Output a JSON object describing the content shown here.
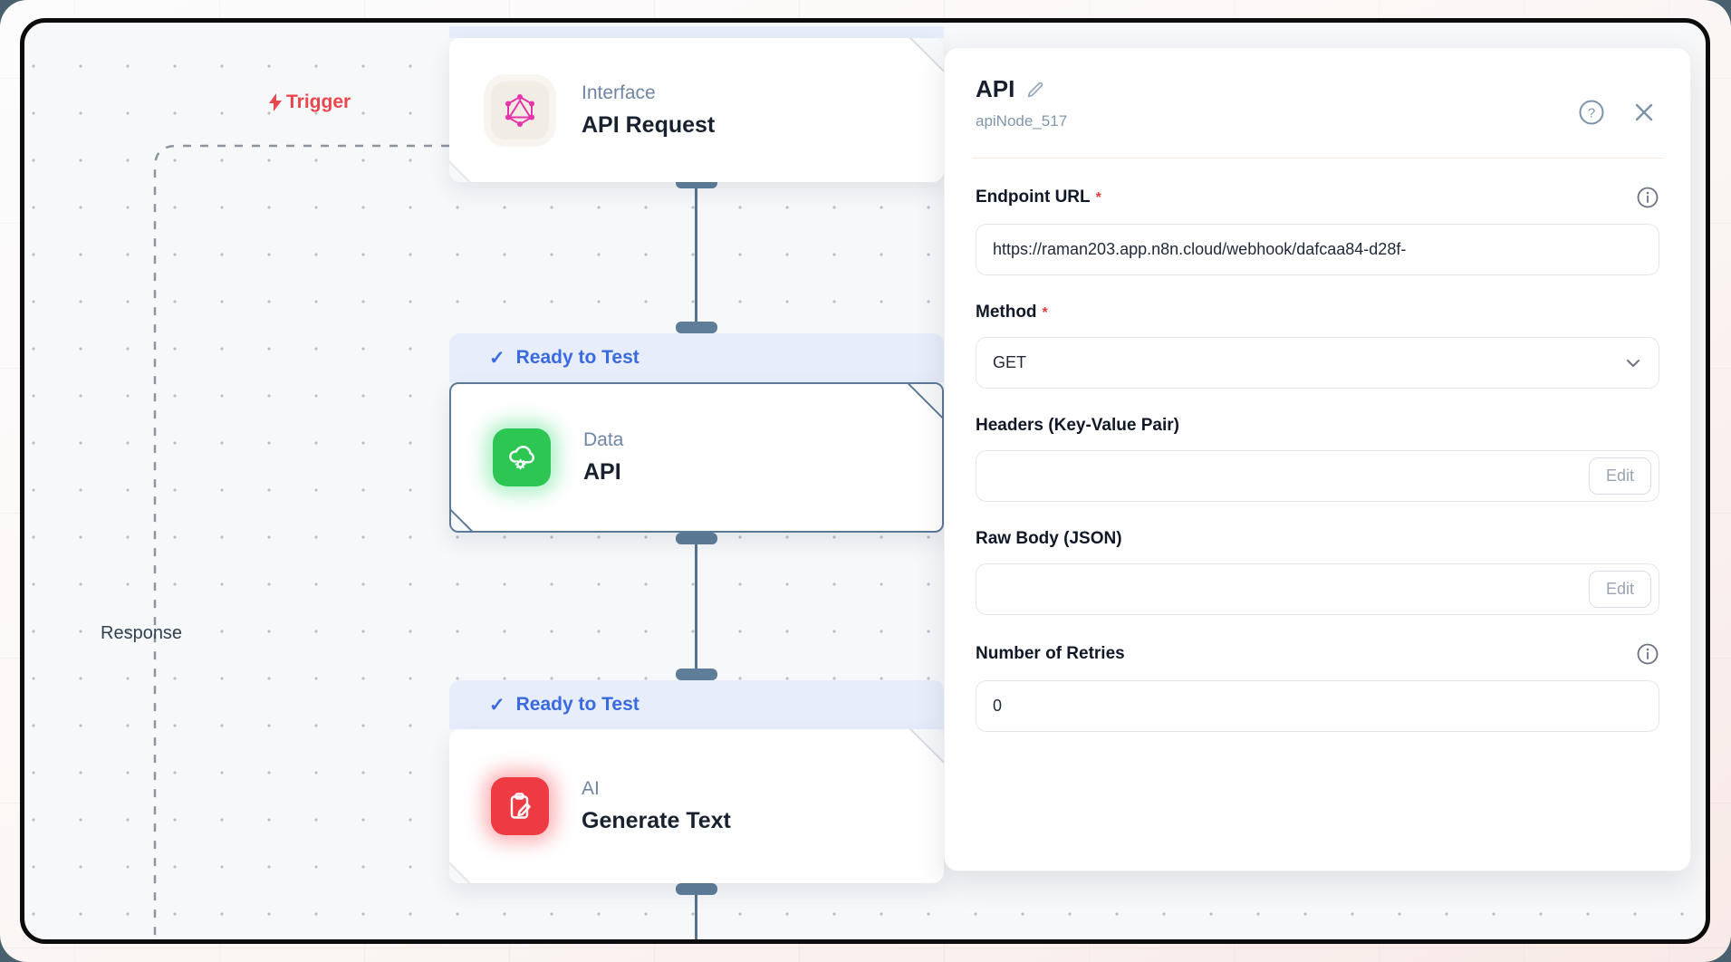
{
  "canvas": {
    "trigger_label": "Trigger",
    "response_label": "Response",
    "badge_check": "✓",
    "nodes": [
      {
        "category": "Interface",
        "title": "API Request",
        "badge": ""
      },
      {
        "category": "Data",
        "title": "API",
        "badge": "Ready to Test"
      },
      {
        "category": "AI",
        "title": "Generate Text",
        "badge": "Ready to Test"
      }
    ]
  },
  "panel": {
    "title": "API",
    "subtitle": "apiNode_517",
    "fields": {
      "endpoint": {
        "label": "Endpoint URL",
        "required": "*",
        "value": "https://raman203.app.n8n.cloud/webhook/dafcaa84-d28f-"
      },
      "method": {
        "label": "Method",
        "required": "*",
        "value": "GET"
      },
      "headers": {
        "label": "Headers (Key-Value Pair)",
        "button": "Edit"
      },
      "raw_body": {
        "label": "Raw Body (JSON)",
        "button": "Edit"
      },
      "retries": {
        "label": "Number of Retries",
        "value": "0"
      }
    }
  },
  "colors": {
    "trigger_red": "#e8474d",
    "badge_blue": "#3a6ae0",
    "connector_slate": "#5d7d99",
    "selected_border": "#5b7a96",
    "icon_green": "#2dc653",
    "icon_red": "#ee3b43",
    "icon_pink": "#e535ab",
    "canvas_bg": "#f7f8fa"
  }
}
